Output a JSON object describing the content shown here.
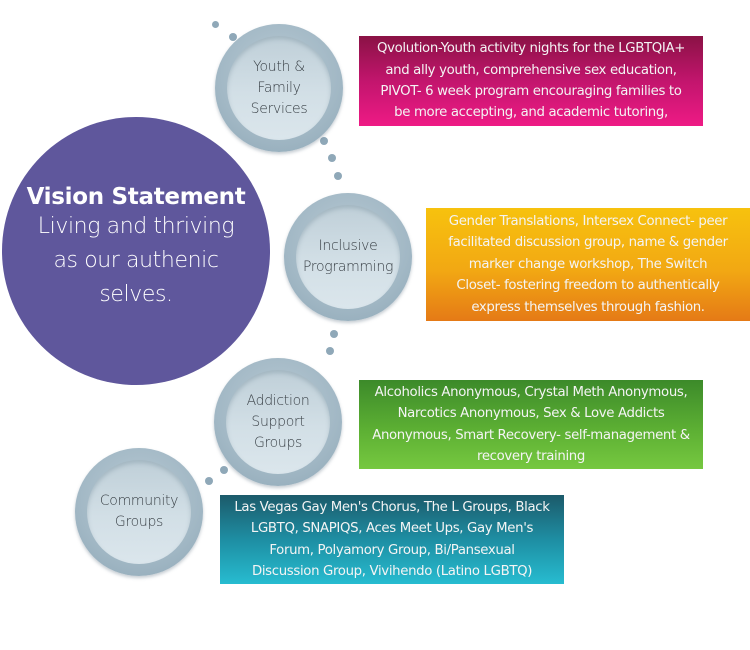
{
  "vision": {
    "title": "Vision Statement",
    "lines": [
      "Living and thriving",
      "as our authenic",
      "selves."
    ]
  },
  "nodes": [
    {
      "id": "youth",
      "label_lines": [
        "Youth &",
        "Family",
        "Services"
      ],
      "description_lines": [
        "Qvolution-Youth activity nights for the LGBTQIA+",
        "and ally youth, comprehensive sex education,",
        "PIVOT- 6 week program encouraging families to",
        "be more accepting, and academic tutoring,"
      ],
      "color": "#e0157a"
    },
    {
      "id": "inclusive",
      "label_lines": [
        "Inclusive",
        "Programming"
      ],
      "description_lines": [
        "Gender Translations, Intersex Connect- peer",
        "facilitated discussion group, name & gender",
        "marker change workshop, The Switch",
        "Closet- fostering freedom to authentically",
        "express themselves through fashion."
      ],
      "color": "#f2a813"
    },
    {
      "id": "addiction",
      "label_lines": [
        "Addiction",
        "Support",
        "Groups"
      ],
      "description_lines": [
        "Alcoholics Anonymous, Crystal Meth Anonymous,",
        "Narcotics Anonymous, Sex & Love Addicts",
        "Anonymous, Smart Recovery- self-management &",
        "recovery training"
      ],
      "color": "#5caf33"
    },
    {
      "id": "community",
      "label_lines": [
        "Community",
        "Groups"
      ],
      "description_lines": [
        "Las Vegas Gay Men's Chorus, The L Groups, Black",
        "LGBTQ, SNAPIQS, Aces Meet Ups, Gay Men's",
        "Forum, Polyamory Group, Bi/Pansexual",
        "Discussion Group, Vivihendo (Latino LGBTQ)"
      ],
      "color": "#1e8ea3"
    }
  ],
  "colors": {
    "vision_circle": "#5f579c",
    "node_ring": "#a2b8c5",
    "connector_dot": "#8fa8b8"
  }
}
